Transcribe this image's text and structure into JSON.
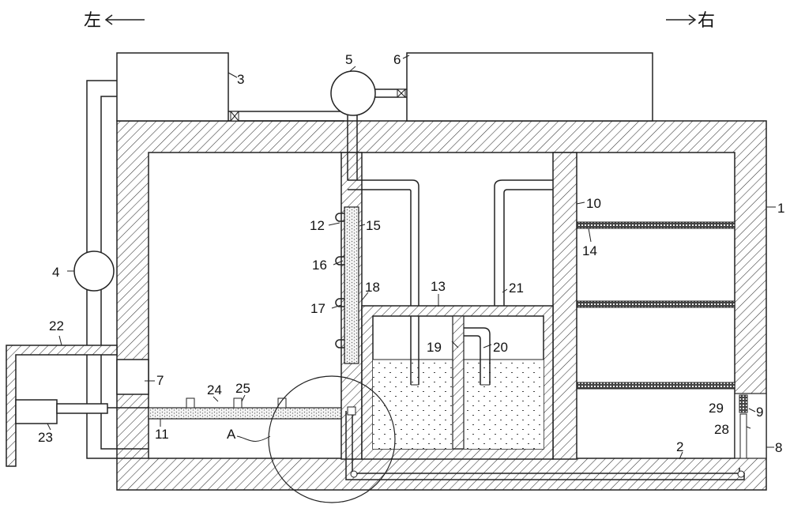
{
  "directions": {
    "left_text": "左",
    "right_text": "右"
  },
  "labels": [
    {
      "id": "1",
      "text": "1"
    },
    {
      "id": "2",
      "text": "2"
    },
    {
      "id": "3",
      "text": "3"
    },
    {
      "id": "4",
      "text": "4"
    },
    {
      "id": "5",
      "text": "5"
    },
    {
      "id": "6",
      "text": "6"
    },
    {
      "id": "7",
      "text": "7"
    },
    {
      "id": "8",
      "text": "8"
    },
    {
      "id": "9",
      "text": "9"
    },
    {
      "id": "10",
      "text": "10"
    },
    {
      "id": "11",
      "text": "11"
    },
    {
      "id": "12",
      "text": "12"
    },
    {
      "id": "13",
      "text": "13"
    },
    {
      "id": "14",
      "text": "14"
    },
    {
      "id": "15",
      "text": "15"
    },
    {
      "id": "16",
      "text": "16"
    },
    {
      "id": "17",
      "text": "17"
    },
    {
      "id": "18",
      "text": "18"
    },
    {
      "id": "19",
      "text": "19"
    },
    {
      "id": "20",
      "text": "20"
    },
    {
      "id": "21",
      "text": "21"
    },
    {
      "id": "22",
      "text": "22"
    },
    {
      "id": "23",
      "text": "23"
    },
    {
      "id": "24",
      "text": "24"
    },
    {
      "id": "25",
      "text": "25"
    },
    {
      "id": "28",
      "text": "28"
    },
    {
      "id": "29",
      "text": "29"
    },
    {
      "id": "A",
      "text": "A"
    }
  ],
  "colors": {
    "stroke": "#222222",
    "background": "#ffffff"
  }
}
